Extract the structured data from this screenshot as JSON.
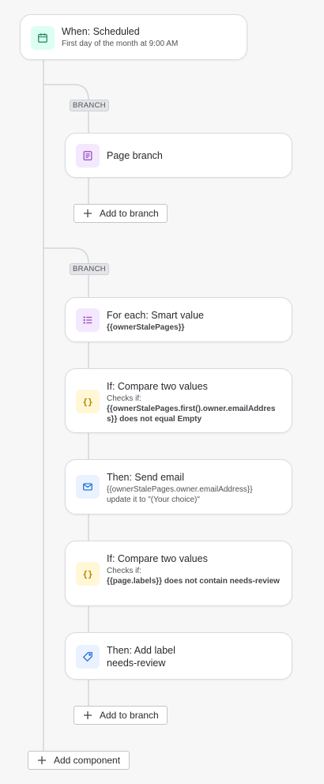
{
  "trigger": {
    "title": "When: Scheduled",
    "subtitle": "First day of the month at 9:00 AM",
    "icon": "calendar-icon",
    "color": "#1f845a"
  },
  "branch1": {
    "badge": "BRANCH",
    "page_branch": {
      "title": "Page branch",
      "icon": "page-icon",
      "color": "#964ac0"
    },
    "add_button": "Add to branch"
  },
  "branch2": {
    "badge": "BRANCH",
    "for_each": {
      "title": "For each: Smart value",
      "value": "{{ownerStalePages}}",
      "icon": "list-icon",
      "color": "#964ac0"
    },
    "if1": {
      "title": "If: Compare two values",
      "checks_label": "Checks if:",
      "condition": "{{ownerStalePages.first().owner.emailAddress}} does not equal Empty",
      "icon": "braces-icon",
      "color": "#b38600"
    },
    "send_email": {
      "title": "Then: Send email",
      "line1": "{{ownerStalePages.owner.emailAddress}}",
      "line2": "update it to \"(Your choice)\"",
      "icon": "envelope-icon",
      "color": "#1868db"
    },
    "if2": {
      "title": "If: Compare two values",
      "checks_label": "Checks if:",
      "condition": "{{page.labels}} does not contain needs-review",
      "icon": "braces-icon",
      "color": "#b38600"
    },
    "add_label": {
      "title": "Then: Add label",
      "label": "needs-review",
      "icon": "tag-icon",
      "color": "#1868db"
    },
    "add_button": "Add to branch"
  },
  "add_component": "Add component",
  "connector_color": "#d4d5d9"
}
